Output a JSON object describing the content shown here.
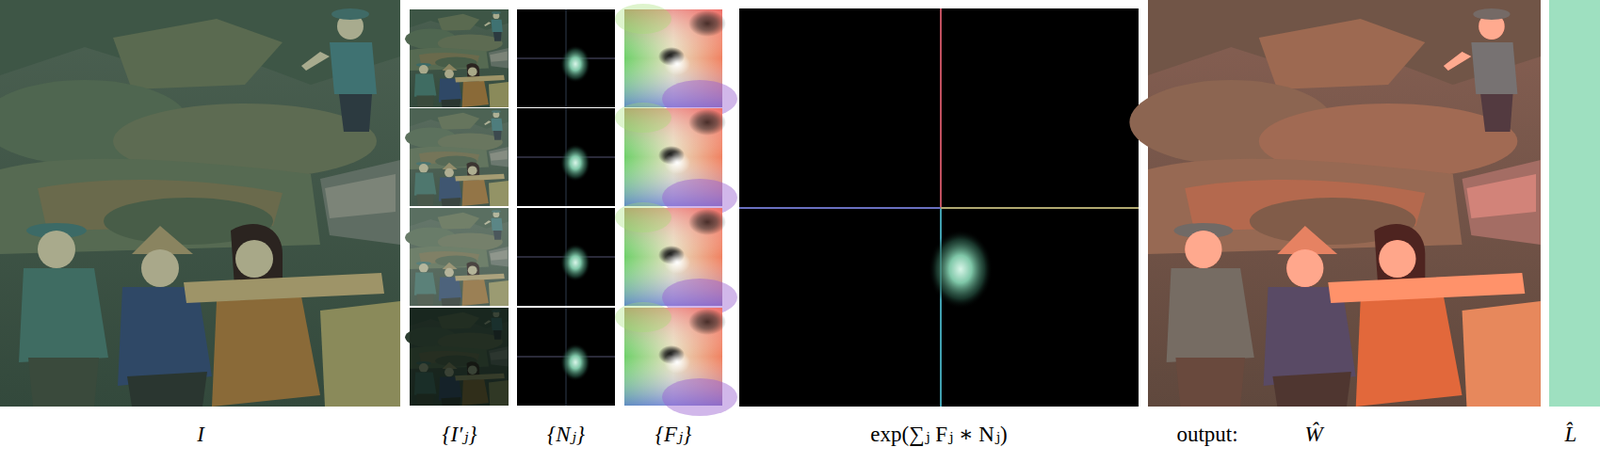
{
  "diagram": {
    "labels": [
      "I",
      "{I′ⱼ}",
      "{Nⱼ}",
      "{Fⱼ}",
      "exp(∑ⱼ Fⱼ ∗ Nⱼ)",
      "output:",
      "Ŵ",
      "L̂"
    ]
  }
}
